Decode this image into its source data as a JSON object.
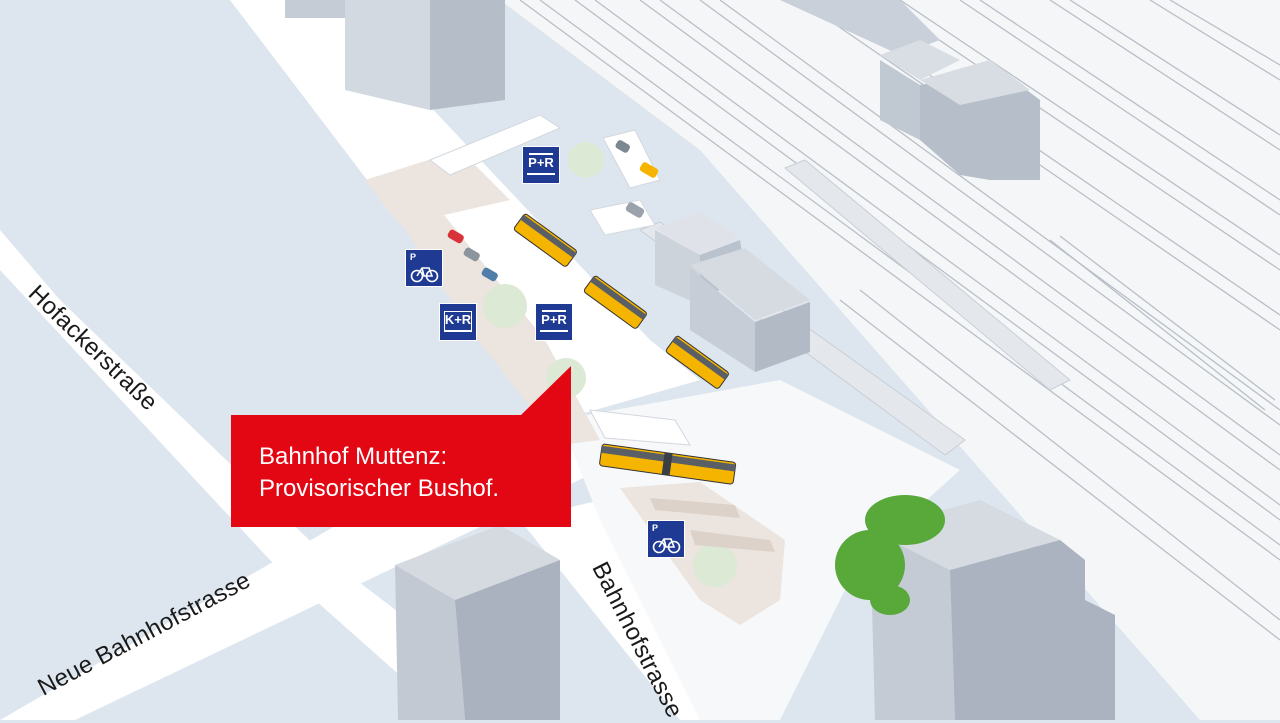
{
  "callout": {
    "line1": "Bahnhof Muttenz:",
    "line2": "Provisorischer Bushof.",
    "color": "#e30613"
  },
  "streets": {
    "hofackerstrasse": "Hofackerstraße",
    "neue_bahnhofstrasse": "Neue Bahnhofstrasse",
    "bahnhofstrasse": "Bahnhofstrasse"
  },
  "signs": {
    "park_and_ride": "P+R",
    "kiss_and_ride": "K+R",
    "bike_parking_letter": "P",
    "bike_parking_icon": "bicycle-icon",
    "color": "#1f3a93"
  },
  "colors": {
    "ground": "#dde6ef",
    "road": "#ffffff",
    "plaza": "#ece4de",
    "building": "#c5ccd6",
    "bus": "#f5b400",
    "tree": "#dbe9d5",
    "vegetation": "#58a83a"
  }
}
